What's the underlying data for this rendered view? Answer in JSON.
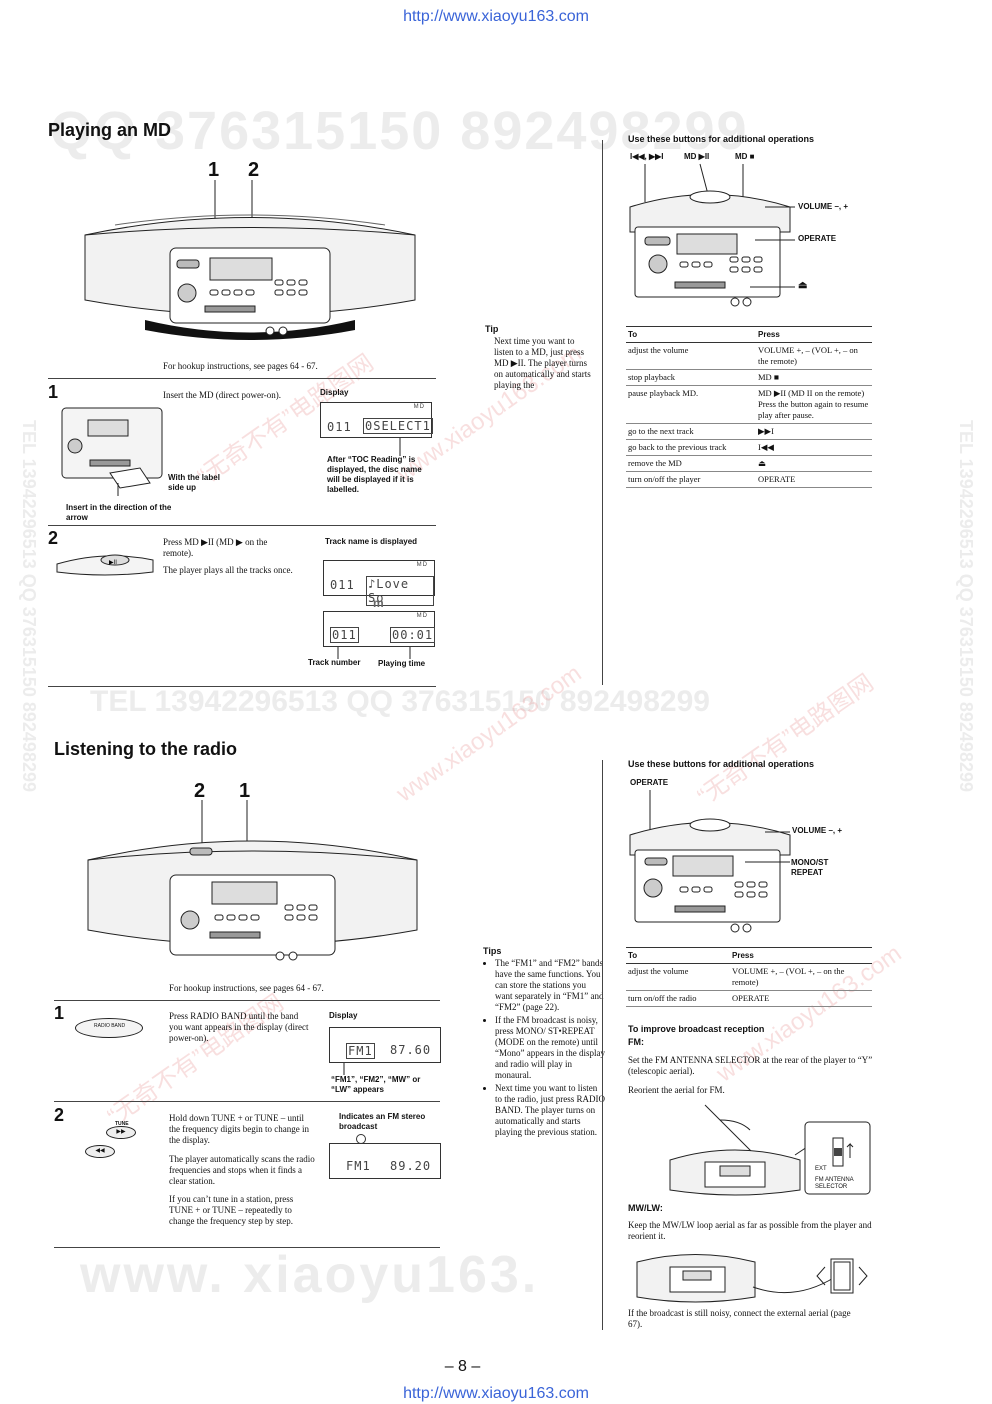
{
  "header_url": "http://www.xiaoyu163.com",
  "footer_url": "http://www.xiaoyu163.com",
  "page_number": "– 8 –",
  "watermarks": {
    "qq_top": "QQ 376315150  892498299",
    "tel_mid": "TEL 13942296513  QQ 376315150  892498299",
    "side_right": "TEL 13942296513 QQ 376315150 892498299",
    "bottom": "www. xiaoyu163.",
    "red1": "“无奇不有”电路图网",
    "red2": "www.xiaoyu163.com"
  },
  "md": {
    "title": "Playing an MD",
    "callout_1": "1",
    "callout_2": "2",
    "hookup": "For hookup instructions, see pages 64 - 67.",
    "step1": {
      "num": "1",
      "text": "Insert the MD (direct power-on).",
      "label_side": "With the label side up",
      "label_arrow": "Insert in the direction of the arrow",
      "display_label": "Display",
      "lcd_left": "011",
      "lcd_right": "0SELECT1",
      "lcd_md": "MD",
      "note": "After “TOC Reading” is displayed, the disc name will be displayed if it is labelled."
    },
    "step2": {
      "num": "2",
      "text1": "Press MD ▶II (MD ▶ on the remote).",
      "text2": "The player plays all the tracks once.",
      "display_label": "Track name is displayed",
      "lcd1_left": "011",
      "lcd1_right": "♪Love So",
      "arrow": "m",
      "lcd2_left": "011",
      "lcd2_right": "00:01",
      "track_number": "Track number",
      "playing_time": "Playing time"
    },
    "tip_title": "Tip",
    "tip_text": "Next time you want to listen to a MD, just press MD ▶II. The player turns on automatically and starts playing the",
    "ops_title": "Use these buttons for additional operations",
    "btn_labels": [
      "I◀◀, ▶▶I",
      "MD ▶II",
      "MD ■"
    ],
    "side_labels": [
      "VOLUME –, +",
      "OPERATE",
      "⏏"
    ],
    "table_head": [
      "To",
      "Press"
    ],
    "table_rows": [
      {
        "to": "adjust the volume",
        "press": "VOLUME +, – (VOL +, – on the remote)"
      },
      {
        "to": "stop playback",
        "press": "MD ■"
      },
      {
        "to": "pause playback MD.",
        "press": "MD ▶II (MD II on the remote) Press the button again to resume play after pause."
      },
      {
        "to": "go to the next track",
        "press": "▶▶I"
      },
      {
        "to": "go back to the previous track",
        "press": "I◀◀"
      },
      {
        "to": "remove the MD",
        "press": "⏏"
      },
      {
        "to": "turn on/off the player",
        "press": "OPERATE"
      }
    ]
  },
  "radio": {
    "title": "Listening to the radio",
    "callout_2": "2",
    "callout_1": "1",
    "hookup": "For hookup instructions, see pages 64 - 67.",
    "step1": {
      "num": "1",
      "btn": "RADIO BAND",
      "text": "Press RADIO BAND until the band you want appears in the display (direct power-on).",
      "display_label": "Display",
      "lcd_left": "FM1",
      "lcd_right": "87.60",
      "note": "“FM1”, “FM2”, “MW” or “LW” appears"
    },
    "step2": {
      "num": "2",
      "btn": "TUNE",
      "text1": "Hold down TUNE + or TUNE – until the frequency digits begin to change in the display.",
      "text2": "The player automatically scans the radio frequencies and stops when it finds a clear station.",
      "text3": "If you can’t tune in a station, press TUNE + or TUNE – repeatedly to change the frequency step by step.",
      "display_label": "Indicates an FM stereo broadcast",
      "lcd_left": "FM1",
      "lcd_right": "89.20"
    },
    "tips_title": "Tips",
    "tips": [
      "The “FM1” and “FM2” bands have the same functions. You can store the stations you want separately in “FM1” and “FM2” (page 22).",
      "If the FM broadcast is noisy, press MONO/ ST•REPEAT (MODE on the remote) until “Mono” appears in the display and radio will play in monaural.",
      "Next time you want to listen to the radio, just press RADIO BAND. The player turns on automatically and starts playing the previous station."
    ],
    "ops_title": "Use these buttons for additional operations",
    "operate_label": "OPERATE",
    "side_labels": [
      "VOLUME –, +",
      "MONO/ST REPEAT"
    ],
    "table_head": [
      "To",
      "Press"
    ],
    "table_rows": [
      {
        "to": "adjust the volume",
        "press": "VOLUME +, – (VOL +, – on the remote)"
      },
      {
        "to": "turn on/off the radio",
        "press": "OPERATE"
      }
    ],
    "improve_title": "To improve broadcast reception",
    "fm_label": "FM:",
    "fm_text1": "Set the FM ANTENNA SELECTOR at the rear of the player to “Y” (telescopic aerial).",
    "fm_text2": "Reorient the aerial for FM.",
    "ext_label": "EXT",
    "selector_label": "FM ANTENNA SELECTOR",
    "mwlw_label": "MW/LW:",
    "mwlw_text": "Keep the MW/LW loop aerial as far as possible from the player and reorient it.",
    "noisy_text": "If the broadcast is still noisy, connect the external aerial (page 67)."
  }
}
